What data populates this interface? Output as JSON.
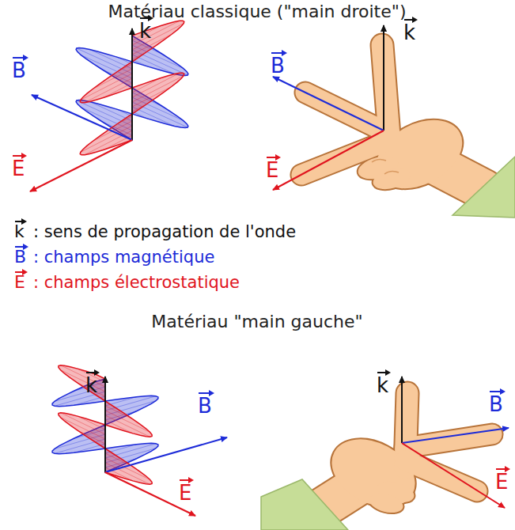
{
  "diagram": {
    "labels": [
      "Matériau classique (\"main droite\")",
      "k",
      "B",
      "E",
      "k",
      "B",
      "E",
      "k",
      ": sens de propagation de l'onde",
      "B",
      ": champs magnétique",
      "E",
      ": champs électrostatique",
      "Matériau \"main gauche\"",
      "k",
      "B",
      "E",
      "k",
      "B",
      "E"
    ]
  }
}
